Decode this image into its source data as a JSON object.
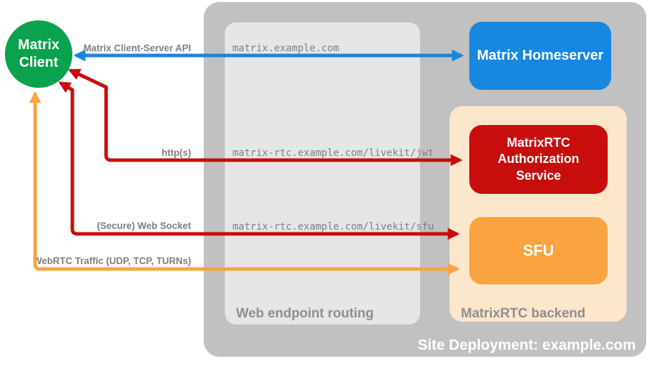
{
  "colors": {
    "green": "#0AA24F",
    "blue": "#1787E0",
    "red": "#C80D0D",
    "orange": "#F9A440",
    "peach": "#FCE6CC",
    "outer_gray": "#C1C1C1",
    "inner_gray": "#E6E6E6",
    "label_gray": "#7F7F7F"
  },
  "client": {
    "label": "Matrix\nClient"
  },
  "nodes": {
    "homeserver": {
      "label": "Matrix Homeserver"
    },
    "auth": {
      "label": "MatrixRTC\nAuthorization\nService"
    },
    "sfu": {
      "label": "SFU"
    }
  },
  "containers": {
    "site": {
      "label": "Site Deployment: example.com"
    },
    "routing": {
      "label": "Web endpoint routing"
    },
    "backend": {
      "label": "MatrixRTC backend"
    }
  },
  "endpoints": {
    "homeserver": "matrix.example.com",
    "jwt": "matrix-rtc.example.com/livekit/jwt",
    "sfu": "matrix-rtc.example.com/livekit/sfu"
  },
  "connections": {
    "client_server_api": {
      "label": "Matrix Client-Server API"
    },
    "http": {
      "label": "http(s)"
    },
    "websocket": {
      "label": "(Secure) Web Socket"
    },
    "webrtc": {
      "label": "WebRTC Traffic (UDP, TCP, TURNs)"
    }
  }
}
